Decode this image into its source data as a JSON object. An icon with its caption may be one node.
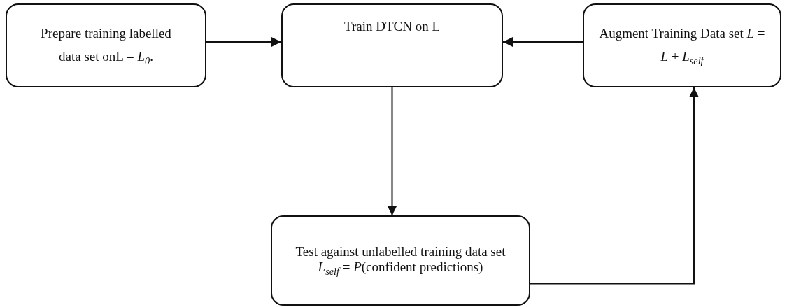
{
  "diagram": {
    "nodes": [
      {
        "text": [
          "Prepare training labelled data set onL = *L*$_{0}$."
        ]
      },
      {
        "text": [
          "Train DTCN on L"
        ]
      },
      {
        "text": [
          "Augment Training Data set *L* = *L* + *L*$_{self}$"
        ]
      },
      {
        "text": [
          "Test against unlabelled training data set",
          "*L*$_{self}$ = *P*(confident predictions)"
        ]
      }
    ],
    "edges": [
      {
        "from": 0,
        "to": 1,
        "arrow": "to"
      },
      {
        "from": 2,
        "to": 1,
        "arrow": "to"
      },
      {
        "from": 1,
        "to": 3,
        "arrow": "to"
      },
      {
        "from": 3,
        "to": 2,
        "arrow": "to"
      }
    ]
  }
}
